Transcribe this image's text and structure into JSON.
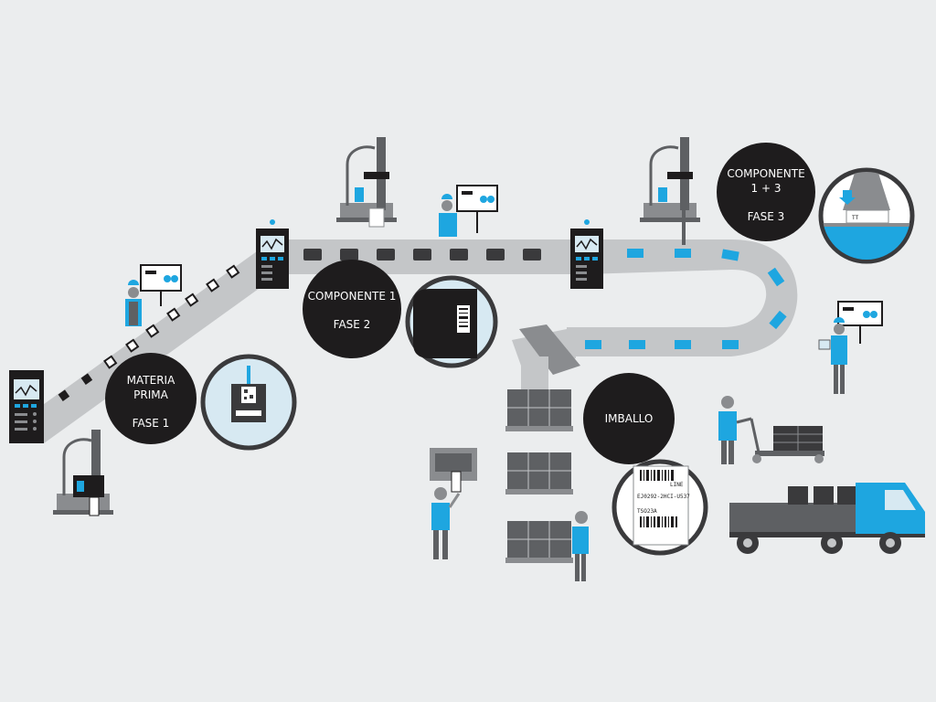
{
  "stages": {
    "raw_material": {
      "line1": "MATERIA",
      "line2": "PRIMA",
      "line3": "FASE 1"
    },
    "component_1": {
      "line1": "COMPONENTE 1",
      "line2": "FASE 2"
    },
    "component_13": {
      "line1": "COMPONENTE",
      "line2": "1 + 3",
      "line3": "FASE 3"
    },
    "packaging": {
      "line1": "IMBALLO"
    }
  },
  "shipping_label": {
    "brand": "LINE",
    "code": "EJ0292-2HCI-U537",
    "ref": "TSO23A"
  },
  "colors": {
    "background": "#ebedee",
    "accent": "#1ea6e0",
    "dark": "#1e1c1d",
    "conveyor": "#c4c6c8",
    "machine_gray": "#8a8c8f"
  }
}
